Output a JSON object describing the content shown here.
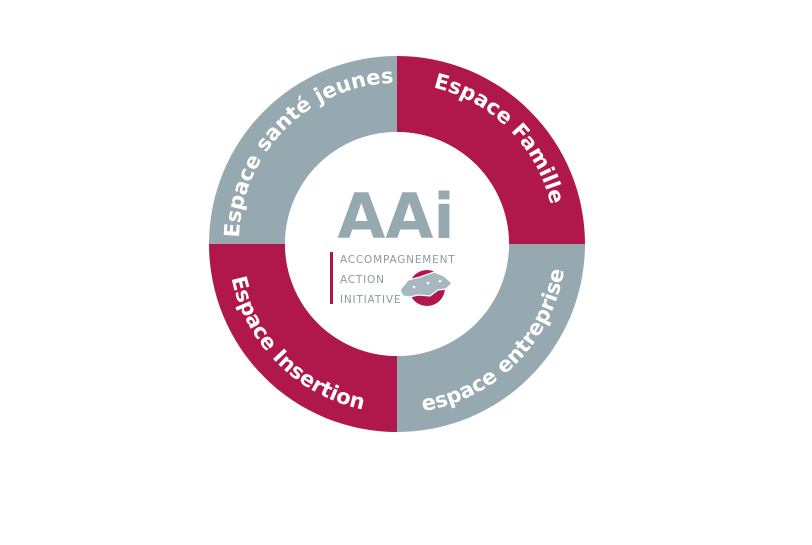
{
  "segments": {
    "top_left": {
      "label": "Espace santé jeunes",
      "color": "#96a9b1"
    },
    "top_right": {
      "label": "Espace Famille",
      "color": "#b0174a"
    },
    "bottom_left": {
      "label": "Espace Insertion",
      "color": "#b0174a"
    },
    "bottom_right": {
      "label": "espace entreprise",
      "color": "#96a9b1"
    }
  },
  "logo": {
    "initials": "AAi",
    "line1": "ACCOMPAGNEMENT",
    "line2": "ACTION",
    "line3": "INITIATIVE",
    "gray": "#96a9b1",
    "accent": "#b0174a"
  }
}
